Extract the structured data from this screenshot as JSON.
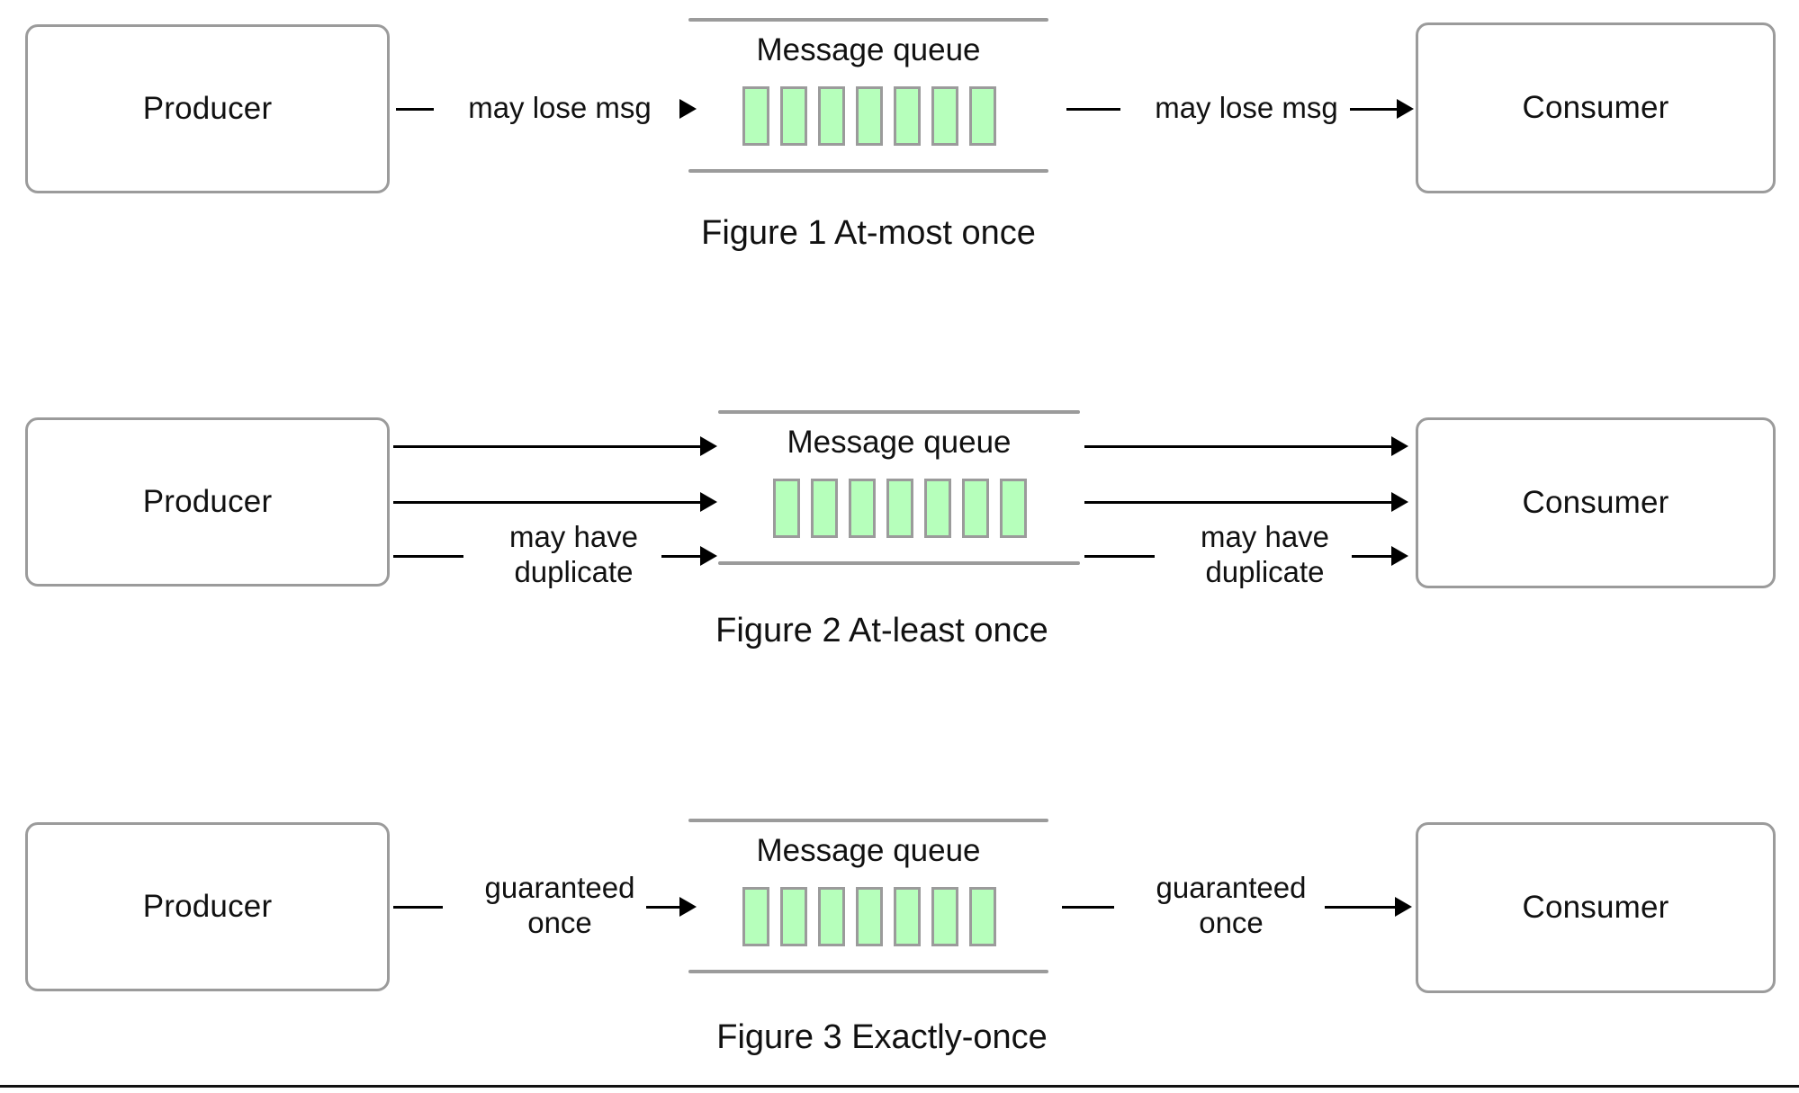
{
  "colors": {
    "message_block_fill": "#b6ffbb",
    "message_block_border": "#9b9b9b",
    "node_border": "#9b9b9b",
    "connector": "#000000",
    "text": "#111111",
    "background": "#ffffff"
  },
  "figures": [
    {
      "id": "figure-1",
      "caption": "Figure 1 At-most once",
      "producer": {
        "label": "Producer"
      },
      "queue": {
        "title": "Message queue",
        "block_count": 7
      },
      "consumer": {
        "label": "Consumer"
      },
      "edges": [
        {
          "id": "producer-to-queue",
          "label": "may lose msg"
        },
        {
          "id": "queue-to-consumer",
          "label": "may lose msg"
        }
      ]
    },
    {
      "id": "figure-2",
      "caption": "Figure 2 At-least once",
      "producer": {
        "label": "Producer"
      },
      "queue": {
        "title": "Message queue",
        "block_count": 7
      },
      "consumer": {
        "label": "Consumer"
      },
      "edges": [
        {
          "id": "producer-to-queue-1",
          "label": ""
        },
        {
          "id": "producer-to-queue-2",
          "label": ""
        },
        {
          "id": "producer-to-queue-3",
          "label": "may have\nduplicate"
        },
        {
          "id": "queue-to-consumer-1",
          "label": ""
        },
        {
          "id": "queue-to-consumer-2",
          "label": ""
        },
        {
          "id": "queue-to-consumer-3",
          "label": "may have\nduplicate"
        }
      ]
    },
    {
      "id": "figure-3",
      "caption": "Figure 3 Exactly-once",
      "producer": {
        "label": "Producer"
      },
      "queue": {
        "title": "Message queue",
        "block_count": 7
      },
      "consumer": {
        "label": "Consumer"
      },
      "edges": [
        {
          "id": "producer-to-queue",
          "label": "guaranteed\nonce"
        },
        {
          "id": "queue-to-consumer",
          "label": "guaranteed\nonce"
        }
      ]
    }
  ]
}
